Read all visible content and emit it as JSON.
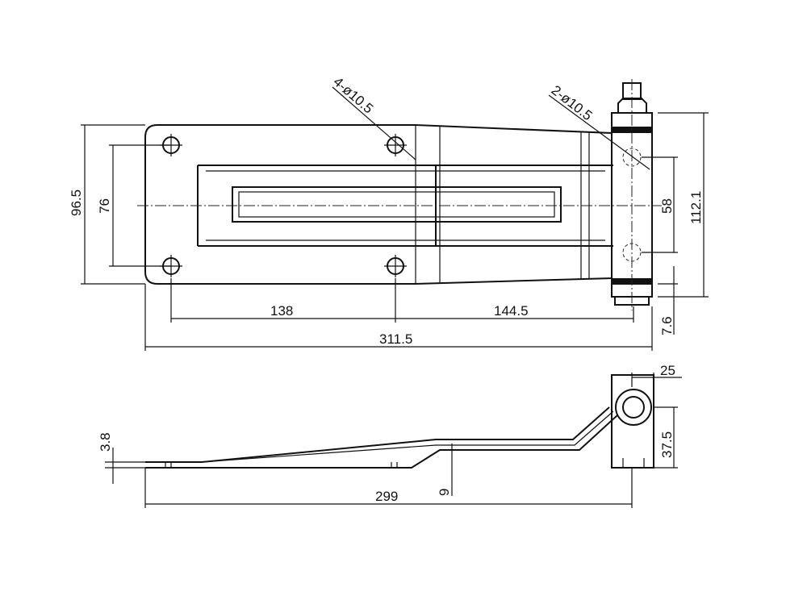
{
  "top_view": {
    "holes_plate": "4-ø10.5",
    "holes_barrel": "2-ø10.5",
    "height_total": "96.5",
    "hole_spacing_vertical": "76",
    "barrel_hole_spacing": "58",
    "barrel_height": "112.1",
    "nut_offset": "7.6",
    "hole_spacing_horizontal": "138",
    "hole_to_axis": "144.5",
    "length_total": "311.5"
  },
  "side_view": {
    "plate_thickness": "3.8",
    "offset": "9",
    "length": "299",
    "barrel_width": "25",
    "barrel_height": "37.5"
  }
}
